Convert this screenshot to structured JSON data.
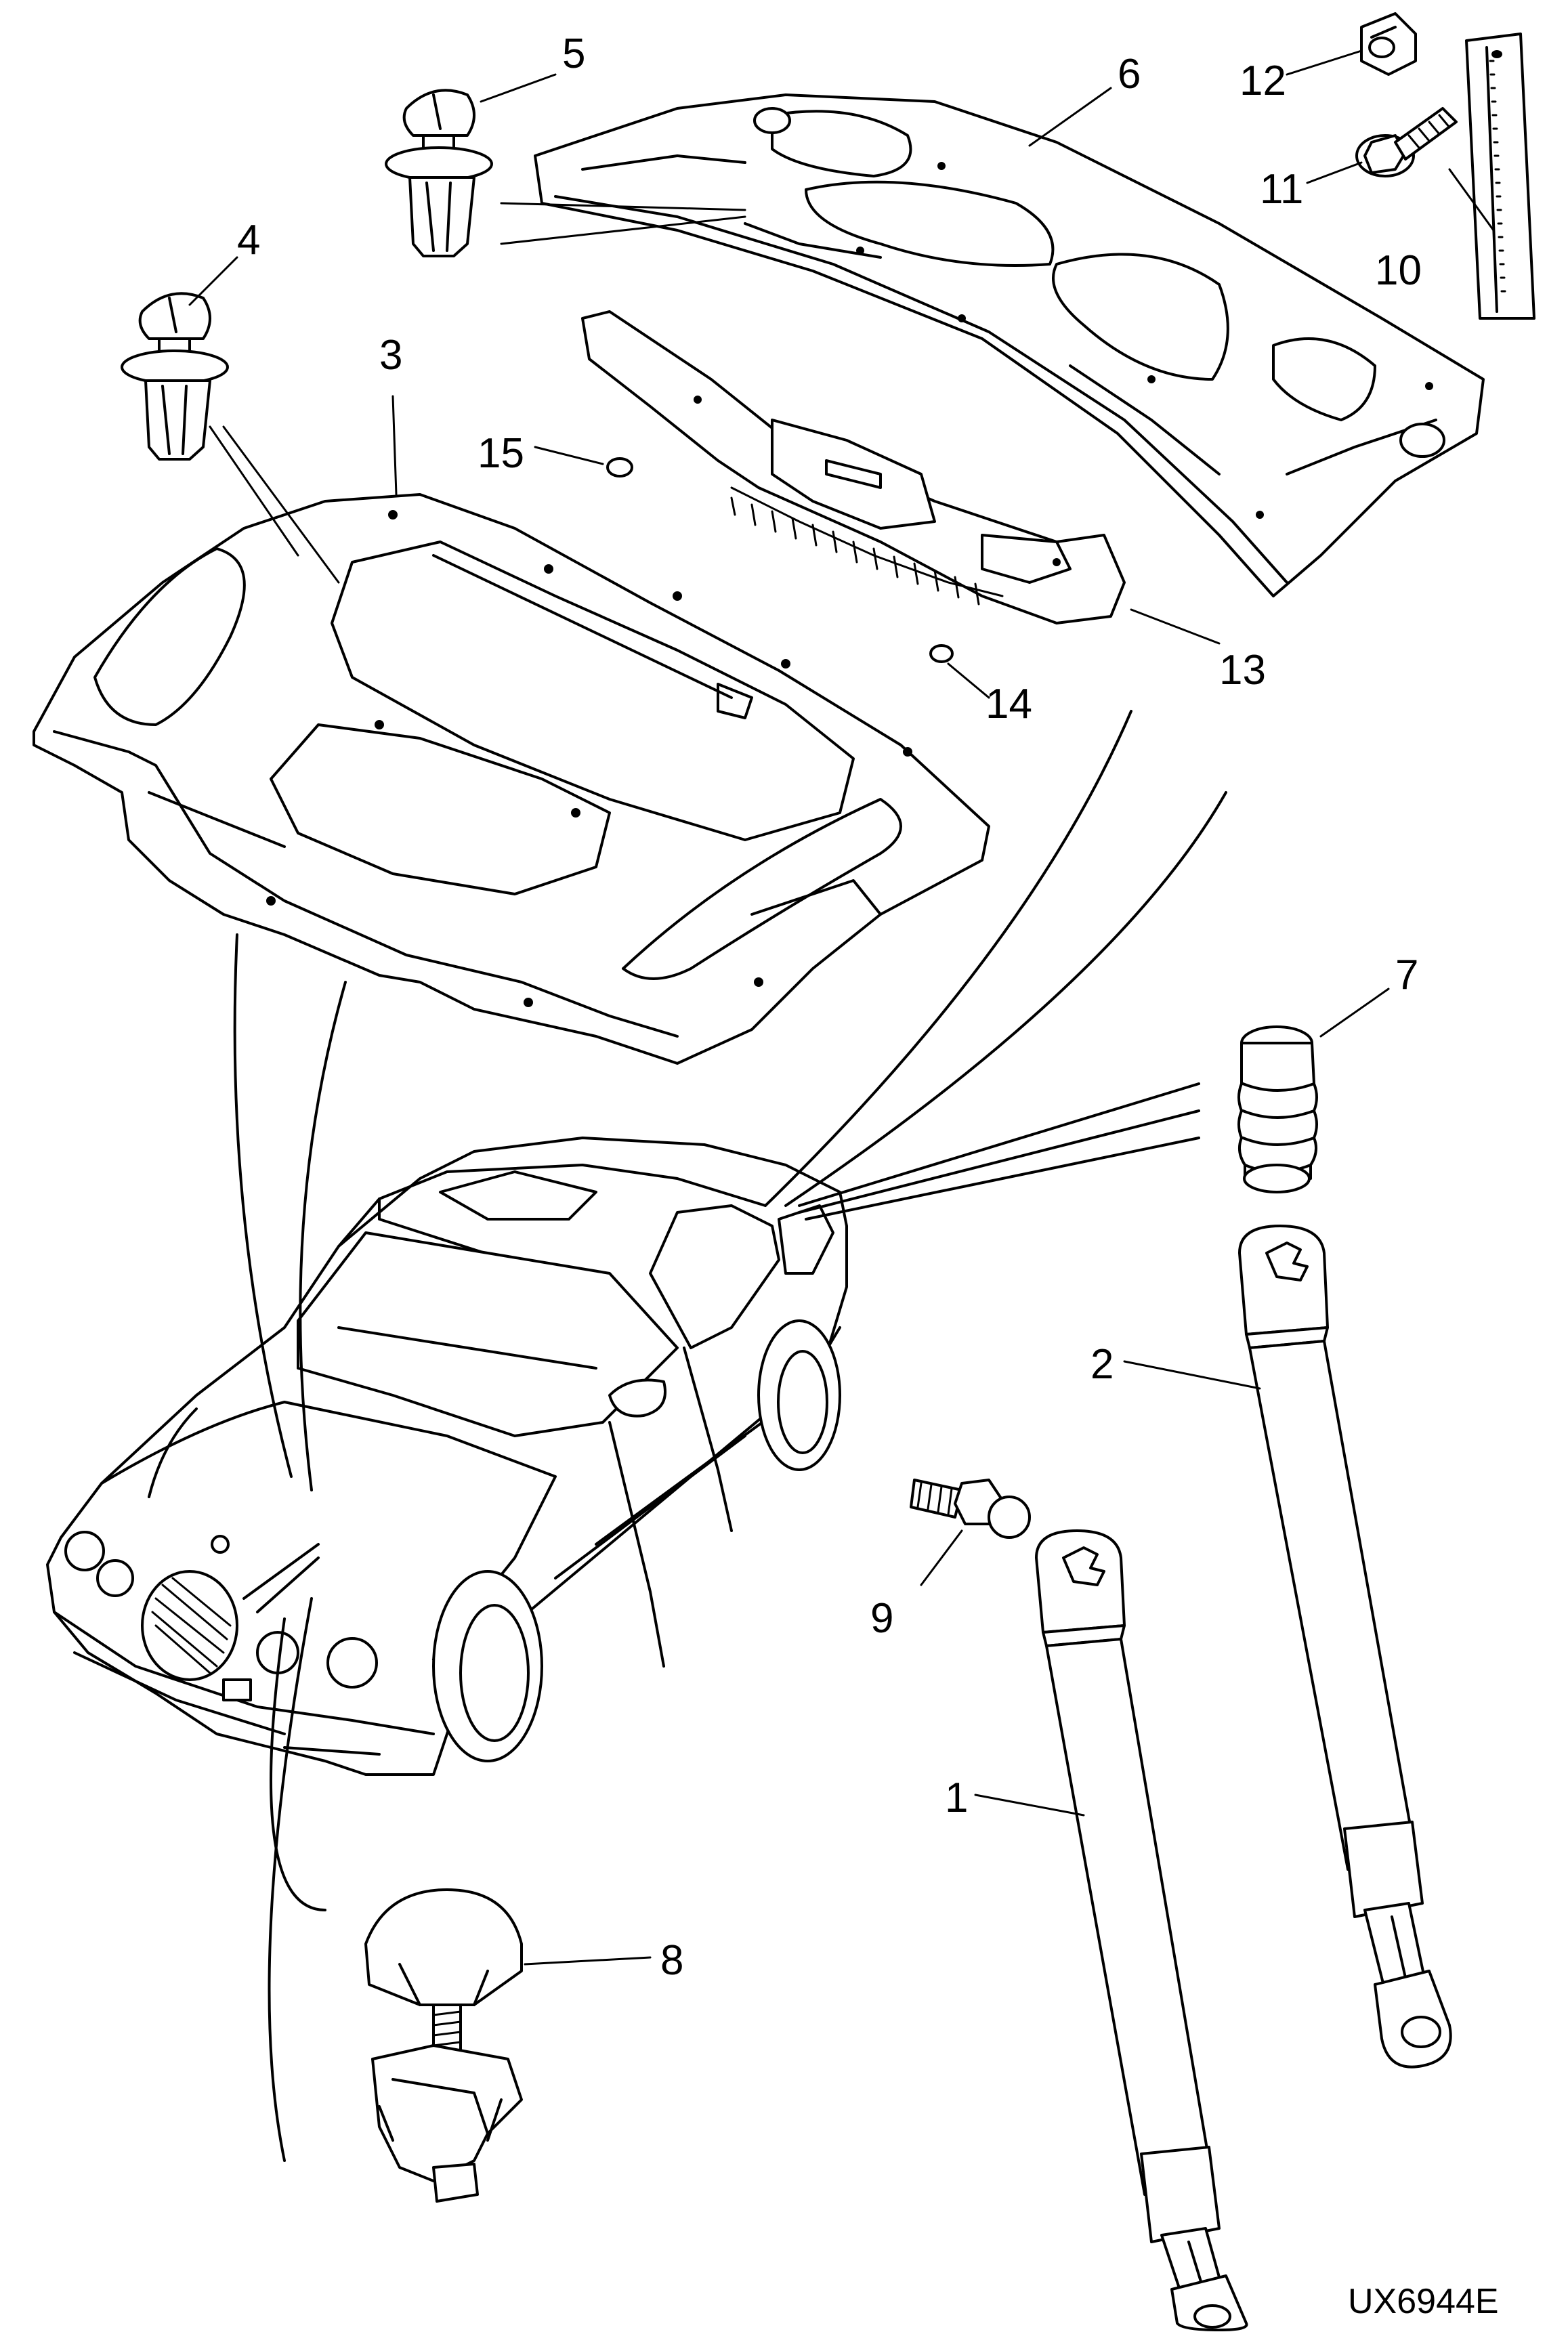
{
  "diagram": {
    "reference_code": "UX6944E",
    "callouts": [
      {
        "id": "1",
        "label": "1"
      },
      {
        "id": "2",
        "label": "2"
      },
      {
        "id": "3",
        "label": "3"
      },
      {
        "id": "4",
        "label": "4"
      },
      {
        "id": "5",
        "label": "5"
      },
      {
        "id": "6",
        "label": "6"
      },
      {
        "id": "7",
        "label": "7"
      },
      {
        "id": "8",
        "label": "8"
      },
      {
        "id": "9",
        "label": "9"
      },
      {
        "id": "10",
        "label": "10"
      },
      {
        "id": "11",
        "label": "11"
      },
      {
        "id": "12",
        "label": "12"
      },
      {
        "id": "13",
        "label": "13"
      },
      {
        "id": "14",
        "label": "14"
      },
      {
        "id": "15",
        "label": "15"
      }
    ]
  }
}
